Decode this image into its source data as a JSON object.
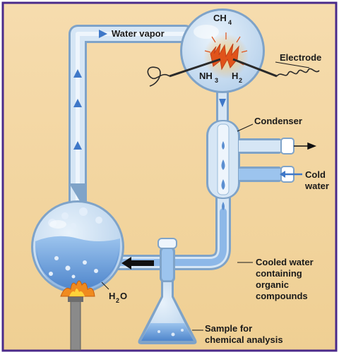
{
  "colors": {
    "background": "#f4d9a6",
    "frame": "#4a2a8a",
    "glass": "#cfe1f2",
    "glass_edge": "#7fa3c8",
    "water": "#8db8e8",
    "water_deep": "#5b8fd1",
    "flame_orange": "#f08a1e",
    "flame_yellow": "#ffd23a",
    "spark": "#e0531a",
    "arrow_blue": "#3f78c8",
    "arrow_dark": "#111111"
  },
  "labels": {
    "water_vapor": "Water vapor",
    "ch4_main": "CH",
    "ch4_sub": "4",
    "nh3_main": "NH",
    "nh3_sub": "3",
    "h2_main": "H",
    "h2_sub": "2",
    "electrode": "Electrode",
    "condenser": "Condenser",
    "cold_line1": "Cold",
    "cold_line2": "water",
    "cooled_line1": "Cooled water",
    "cooled_line2": "containing",
    "cooled_line3": "organic",
    "cooled_line4": "compounds",
    "h2o_main": "H",
    "h2o_sub": "2",
    "h2o_tail": "O",
    "sample_line1": "Sample for",
    "sample_line2": "chemical analysis"
  },
  "icons": {
    "flame": "flame-icon",
    "spark": "electric-spark-icon",
    "coil": "electrode-coil-icon"
  }
}
